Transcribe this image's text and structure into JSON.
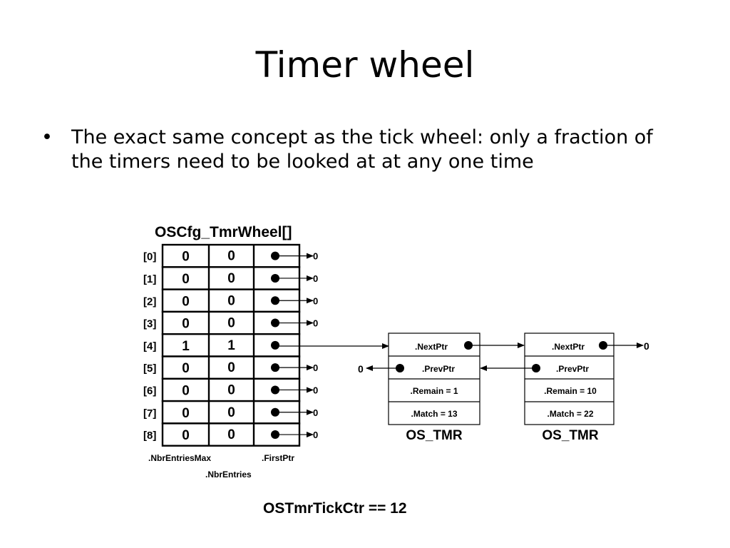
{
  "title": "Timer wheel",
  "bullets": [
    "The exact same concept as the tick wheel: only a fraction of the timers need to be looked at at any one time"
  ],
  "diagram": {
    "array_title": "OSCfg_TmrWheel[]",
    "rows": [
      {
        "index": "[0]",
        "max": "0",
        "entries": "0",
        "ptr": "0"
      },
      {
        "index": "[1]",
        "max": "0",
        "entries": "0",
        "ptr": "0"
      },
      {
        "index": "[2]",
        "max": "0",
        "entries": "0",
        "ptr": "0"
      },
      {
        "index": "[3]",
        "max": "0",
        "entries": "0",
        "ptr": "0"
      },
      {
        "index": "[4]",
        "max": "1",
        "entries": "1",
        "ptr": ""
      },
      {
        "index": "[5]",
        "max": "0",
        "entries": "0",
        "ptr": "0"
      },
      {
        "index": "[6]",
        "max": "0",
        "entries": "0",
        "ptr": "0"
      },
      {
        "index": "[7]",
        "max": "0",
        "entries": "0",
        "ptr": "0"
      },
      {
        "index": "[8]",
        "max": "0",
        "entries": "0",
        "ptr": "0"
      }
    ],
    "col_label_max": ".NbrEntriesMax",
    "col_label_first": ".FirstPtr",
    "col_label_entries": ".NbrEntries",
    "timers": [
      {
        "next": ".NextPtr",
        "prev": ".PrevPtr",
        "remain": ".Remain = 1",
        "match": ".Match = 13",
        "name": "OS_TMR",
        "prev_null": "0"
      },
      {
        "next": ".NextPtr",
        "prev": ".PrevPtr",
        "remain": ".Remain = 10",
        "match": ".Match = 22",
        "name": "OS_TMR",
        "next_null": "0"
      }
    ],
    "counter": "OSTmrTickCtr == 12"
  }
}
